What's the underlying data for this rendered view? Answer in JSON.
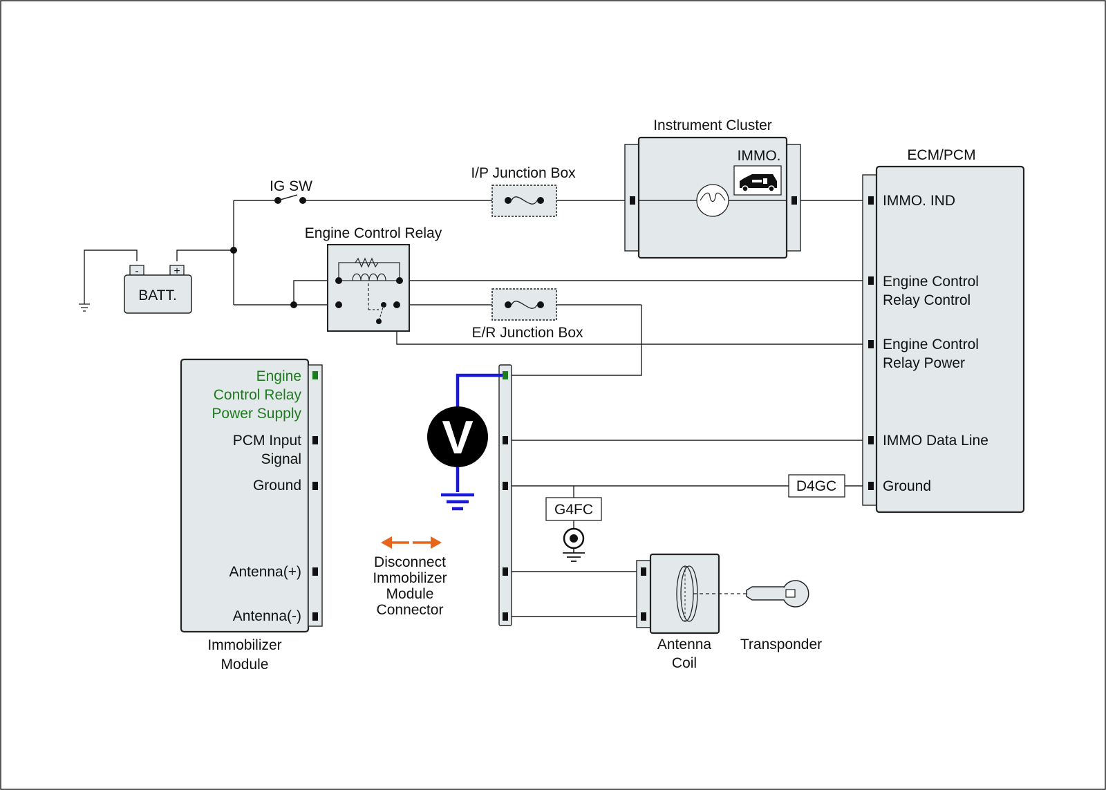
{
  "colors": {
    "module_fill": "#e3e9ea",
    "highlight_text": "#1e7a1e",
    "probe_wire": "#1a1ad6",
    "disconnect_arrow": "#e8651c",
    "voltmeter": "#000000"
  },
  "battery": {
    "label": "BATT.",
    "neg": "-",
    "pos": "+"
  },
  "ig_switch": {
    "label": "IG SW"
  },
  "ip_junction_box": {
    "label": "I/P Junction Box"
  },
  "er_junction_box": {
    "label": "E/R Junction Box"
  },
  "engine_control_relay": {
    "label": "Engine Control Relay"
  },
  "instrument_cluster": {
    "label": "Instrument Cluster",
    "immo_label": "IMMO."
  },
  "ecm": {
    "label": "ECM/PCM",
    "pins": [
      {
        "lines": [
          "IMMO. IND"
        ]
      },
      {
        "lines": [
          "Engine Control",
          "Relay Control"
        ]
      },
      {
        "lines": [
          "Engine Control",
          "Relay Power"
        ]
      },
      {
        "lines": [
          "IMMO Data Line"
        ]
      },
      {
        "lines": [
          "Ground"
        ]
      }
    ]
  },
  "immobilizer": {
    "label_lines": [
      "Immobilizer",
      "Module"
    ],
    "pins": [
      {
        "lines": [
          "Engine",
          "Control Relay",
          "Power Supply"
        ],
        "highlight": true
      },
      {
        "lines": [
          "PCM Input",
          "Signal"
        ],
        "highlight": false
      },
      {
        "lines": [
          "Ground"
        ],
        "highlight": false
      },
      {
        "lines": [
          "Antenna(+)"
        ],
        "highlight": false
      },
      {
        "lines": [
          "Antenna(-)"
        ],
        "highlight": false
      }
    ]
  },
  "voltmeter": {
    "symbol": "V"
  },
  "disconnect": {
    "lines": [
      "Disconnect",
      "Immobilizer",
      "Module",
      "Connector"
    ]
  },
  "ground_labels": {
    "g4fc": "G4FC",
    "d4gc": "D4GC"
  },
  "antenna_coil": {
    "lines": [
      "Antenna",
      "Coil"
    ]
  },
  "transponder": {
    "label": "Transponder"
  }
}
